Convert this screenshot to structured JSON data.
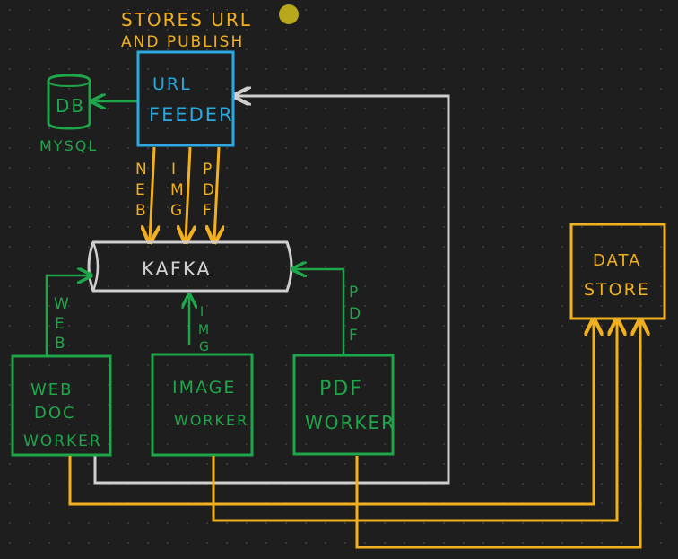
{
  "colors": {
    "background": "#1e1e1e",
    "yellow": "#f2b01e",
    "green": "#1ea64a",
    "blue": "#29a9e0",
    "white": "#cfcfcf",
    "pointer": "#d4c21c"
  },
  "annotation": {
    "line1": "STORES URL",
    "line2": "AND PUBLISH"
  },
  "url_feeder": {
    "line1": "URL",
    "line2": "FEEDER"
  },
  "db": {
    "label": "DB",
    "caption": "MYSQL"
  },
  "feeder_topics": [
    {
      "chars": [
        "N",
        "E",
        "B"
      ]
    },
    {
      "chars": [
        "I",
        "M",
        "G"
      ]
    },
    {
      "chars": [
        "P",
        "D",
        "F"
      ]
    }
  ],
  "kafka": {
    "label": "KAFKA"
  },
  "worker_topics": {
    "web": [
      "W",
      "E",
      "B"
    ],
    "img": [
      "I",
      "M",
      "G"
    ],
    "pdf": [
      "P",
      "D",
      "F"
    ]
  },
  "workers": {
    "web": {
      "line1": "WEB",
      "line2": "DOC",
      "line3": "WORKER"
    },
    "image": {
      "line1": "IMAGE",
      "line2": "WORKER"
    },
    "pdf": {
      "line1": "PDF",
      "line2": "WORKER"
    }
  },
  "data_store": {
    "line1": "DATA",
    "line2": "STORE"
  }
}
